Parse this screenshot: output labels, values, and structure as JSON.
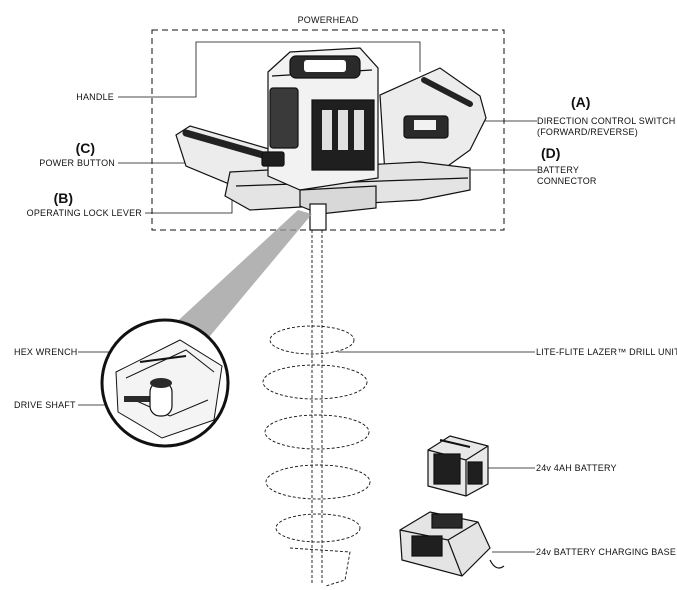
{
  "labels": {
    "powerhead": "POWERHEAD",
    "handle": "HANDLE",
    "power_button_letter": "(C)",
    "power_button": "POWER BUTTON",
    "lock_lever_letter": "(B)",
    "lock_lever": "OPERATING LOCK LEVER",
    "direction_letter": "(A)",
    "direction_line1": "DIRECTION CONTROL SWITCH",
    "direction_line2": "(FORWARD/REVERSE)",
    "battery_connector_letter": "(D)",
    "battery_connector_line1": "BATTERY",
    "battery_connector_line2": "CONNECTOR",
    "hex_wrench": "HEX WRENCH",
    "drive_shaft": "DRIVE SHAFT",
    "drill_unit": "LITE-FLITE LAZER™ DRILL UNIT",
    "battery": "24v 4AH BATTERY",
    "charging_base": "24v BATTERY CHARGING BASE"
  },
  "icons": [
    "powerhead-illustration",
    "auger-illustration",
    "drive-shaft-detail",
    "battery-illustration",
    "charger-illustration"
  ]
}
